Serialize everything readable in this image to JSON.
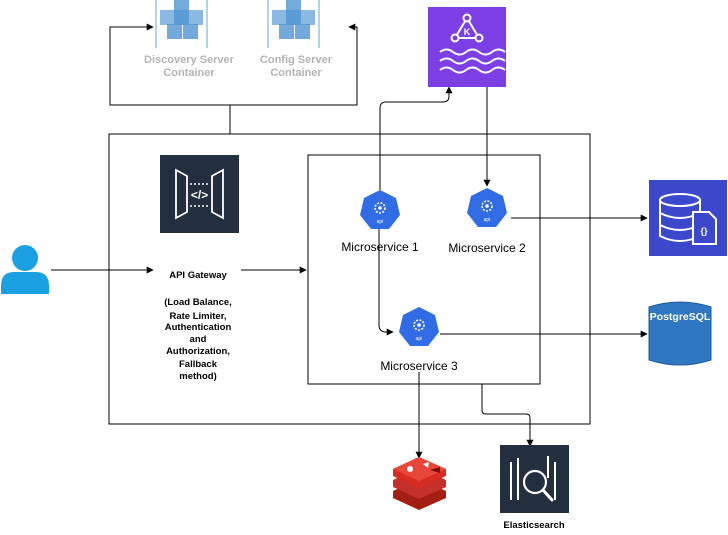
{
  "diagram": {
    "containers": {
      "discovery": {
        "line1": "Discovery Server",
        "line2": "Container"
      },
      "config": {
        "line1": "Config Server",
        "line2": "Container"
      }
    },
    "api_gateway": {
      "title": "API Gateway",
      "details": [
        "(Load Balance,",
        "Rate Limiter,",
        "Authentication",
        "and",
        "Authorization,",
        "Fallback",
        "method)"
      ]
    },
    "microservices": [
      {
        "label": "Microservice 1",
        "badge": "api"
      },
      {
        "label": "Microservice 2",
        "badge": "api"
      },
      {
        "label": "Microservice 3",
        "badge": "api"
      }
    ],
    "postgres": {
      "label": "PostgreSQL"
    },
    "kafka": {
      "letter": "K"
    },
    "elasticsearch": {
      "label": "Elasticsearch"
    }
  },
  "colors": {
    "container_icon": "#5b9bd5",
    "k8s_blue": "#326ce5",
    "kafka_purple": "#7b3fe4",
    "docdb_blue": "#3b48cc",
    "postgres_blue": "#2f77c1",
    "redis_red": "#c6302b",
    "elastic_dark": "#232f3e",
    "user_blue": "#1ba1e2",
    "faded_text": "#b3b3b3"
  }
}
